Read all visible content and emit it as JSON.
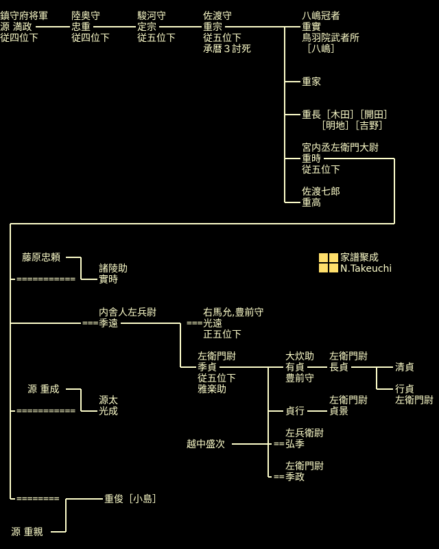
{
  "colors": {
    "background": "#000000",
    "text": "#ffffcc",
    "line": "#ffffcc",
    "logo": "#ffdf6b"
  },
  "people": {
    "mitsumasa": [
      "鎮守府将軍",
      "源 満政",
      "従四位下"
    ],
    "tadashige": [
      "陸奥守",
      "忠重",
      "従四位下"
    ],
    "sadamune": [
      "駿河守",
      "定宗",
      "従五位下"
    ],
    "shigemune": [
      "佐渡守",
      "重宗",
      "従五位下",
      "承暦３討死"
    ],
    "shigezane": [
      "八嶋冠者",
      "重實",
      "鳥羽院武者所",
      "［八嶋］"
    ],
    "shigeie": [
      "重家"
    ],
    "shigenaga": [
      "重長［木田］［開田］",
      "　　［明地］［吉野］"
    ],
    "shigetoki": [
      "宮内丞左衛門大尉",
      "重時",
      "従五位下"
    ],
    "shigetaka": [
      "佐渡七郎",
      "重高"
    ],
    "tadayori": [
      "藤原忠頼"
    ],
    "sanetoki": [
      "諸陵助",
      "實時"
    ],
    "suetou": [
      "内舎人左兵尉",
      "季遠"
    ],
    "mitsutou": [
      "右馬允,豊前守",
      "光遠",
      "正五位下"
    ],
    "suesada": [
      "左衛門尉",
      "季貞",
      "従五位下",
      "雅楽助"
    ],
    "arisada": [
      "大炊助",
      "有貞",
      "豊前守"
    ],
    "nagasada": [
      "左衛門尉",
      "長貞"
    ],
    "kiyosada": [
      "清貞"
    ],
    "yukisada": [
      "行貞",
      "左衛門尉"
    ],
    "sadayuki": [
      "貞行"
    ],
    "sadakage": [
      "左衛門尉",
      "貞景"
    ],
    "echigo": [
      "越中盛次"
    ],
    "hirosue": [
      "左兵衛尉",
      "弘季"
    ],
    "suemasa": [
      "左衛門尉",
      "季政"
    ],
    "shigenari": [
      "源 重成"
    ],
    "mitsunari": [
      "源太",
      "光成"
    ],
    "shigetoshi": [
      "重俊［小島］"
    ],
    "shigechika": [
      "源 重親"
    ]
  },
  "markers": {
    "equals_long": "===========",
    "equals_short": "========",
    "adopt": "=="
  },
  "stamp": {
    "title": "家譜聚成",
    "author": "N.Takeuchi"
  }
}
